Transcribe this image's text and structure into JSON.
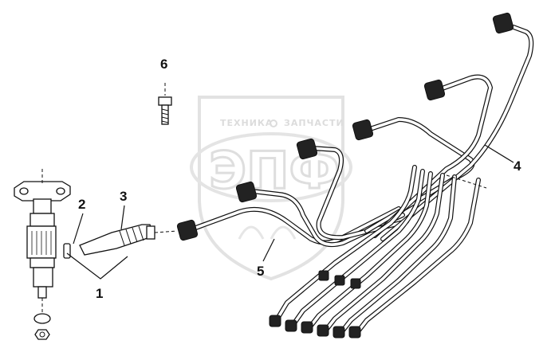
{
  "watermark": {
    "top_left": "ТЕХНИКА",
    "top_right": "ЗАПЧАСТИ",
    "big": "ЭПФ"
  },
  "callouts": {
    "c1": "1",
    "c2": "2",
    "c3": "3",
    "c4": "4",
    "c5": "5",
    "c6": "6"
  }
}
